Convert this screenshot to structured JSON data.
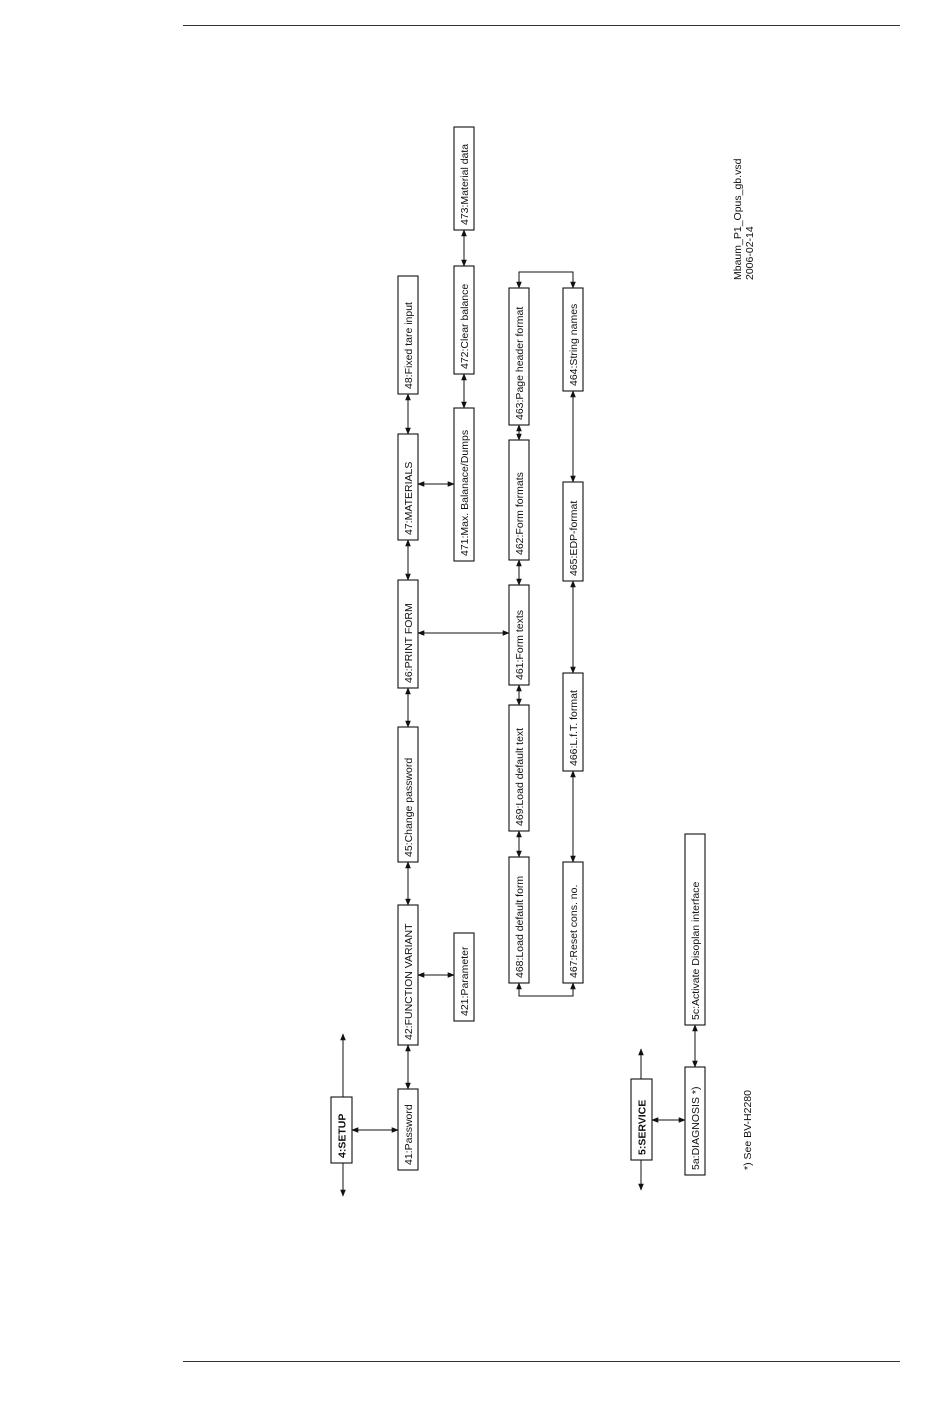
{
  "nodes": {
    "n4": {
      "label": "4:SETUP",
      "bold": true
    },
    "n41": {
      "label": "41:Password"
    },
    "n42": {
      "label": "42:FUNCTION VARIANT"
    },
    "n45": {
      "label": "45:Change password"
    },
    "n46": {
      "label": "46:PRINT FORM"
    },
    "n47": {
      "label": "47:MATERIALS"
    },
    "n48": {
      "label": "48:Fixed tare input"
    },
    "n421": {
      "label": "421:Parameter"
    },
    "n471": {
      "label": "471:Max. Balanace/Dumps"
    },
    "n472": {
      "label": "472:Clear balance"
    },
    "n473": {
      "label": "473:Material data"
    },
    "n461": {
      "label": "461:Form texts"
    },
    "n462": {
      "label": "462:Form formats"
    },
    "n463": {
      "label": "463:Page header format"
    },
    "n464": {
      "label": "464:String names"
    },
    "n465": {
      "label": "465:EDP-format"
    },
    "n466": {
      "label": "466:L.f.T. format"
    },
    "n467": {
      "label": "467:Reset cons. no."
    },
    "n468": {
      "label": "468:Load default form"
    },
    "n469": {
      "label": "469:Load default text"
    },
    "n5": {
      "label": "5:SERVICE",
      "bold": true
    },
    "n5a": {
      "label": "5a:DIAGNOSIS *)"
    },
    "n5c": {
      "label": "5c:Activate Disoplan interface"
    }
  },
  "footnote": "*) See BV-H2280",
  "file_info": {
    "filename": "Mbaum_P1_Opus_gb.vsd",
    "date": "2006-02-14"
  }
}
